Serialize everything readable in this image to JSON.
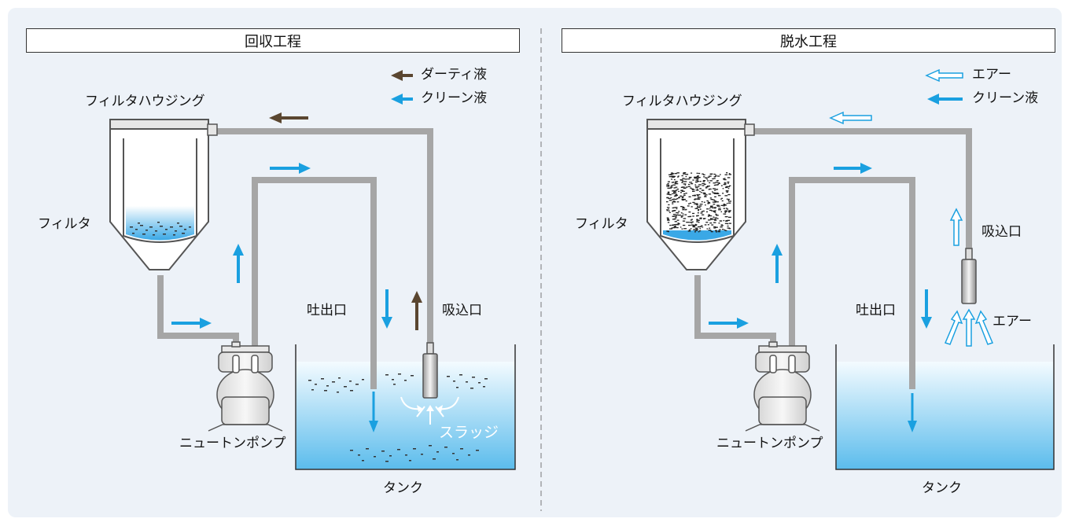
{
  "left": {
    "title": "回収工程",
    "legend": [
      {
        "label": "ダーティ液",
        "style": "dirty"
      },
      {
        "label": "クリーン液",
        "style": "clean"
      }
    ],
    "filter_housing": "フィルタハウジング",
    "filter": "フィルタ",
    "pump": "ニュートンポンプ",
    "discharge": "吐出口",
    "suction": "吸込口",
    "sludge": "スラッジ",
    "tank": "タンク"
  },
  "right": {
    "title": "脱水工程",
    "legend": [
      {
        "label": "エアー",
        "style": "air"
      },
      {
        "label": "クリーン液",
        "style": "clean"
      }
    ],
    "filter_housing": "フィルタハウジング",
    "filter": "フィルタ",
    "pump": "ニュートンポンプ",
    "discharge": "吐出口",
    "suction": "吸込口",
    "air": "エアー",
    "tank": "タンク"
  },
  "colors": {
    "dirty": "#5a4630",
    "clean": "#1aa0e0",
    "pipe": "#a6a6a6",
    "background": "#edf2f8"
  }
}
